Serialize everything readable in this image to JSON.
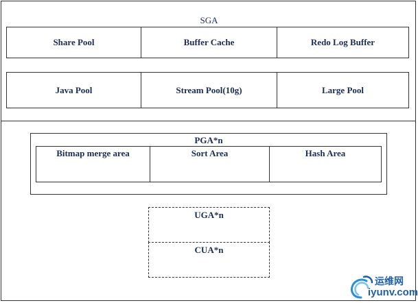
{
  "sga": {
    "title": "SGA",
    "row1": [
      "Share Pool",
      "Buffer Cache",
      "Redo Log Buffer"
    ],
    "row2": [
      "Java Pool",
      "Stream Pool(10g)",
      "Large Pool"
    ]
  },
  "pga": {
    "title": "PGA*n",
    "areas": [
      "Bitmap merge area",
      "Sort Area",
      "Hash Area"
    ]
  },
  "uga": {
    "title": "UGA*n"
  },
  "cua": {
    "title": "CUA*n"
  },
  "watermark": {
    "name": "运维网",
    "domain": "iyunv.com",
    "icon": "swirl-logo-icon",
    "color": "#1f5fa8"
  },
  "colors": {
    "text": "#1a2b57",
    "border": "#333333",
    "background": "#ffffff"
  }
}
